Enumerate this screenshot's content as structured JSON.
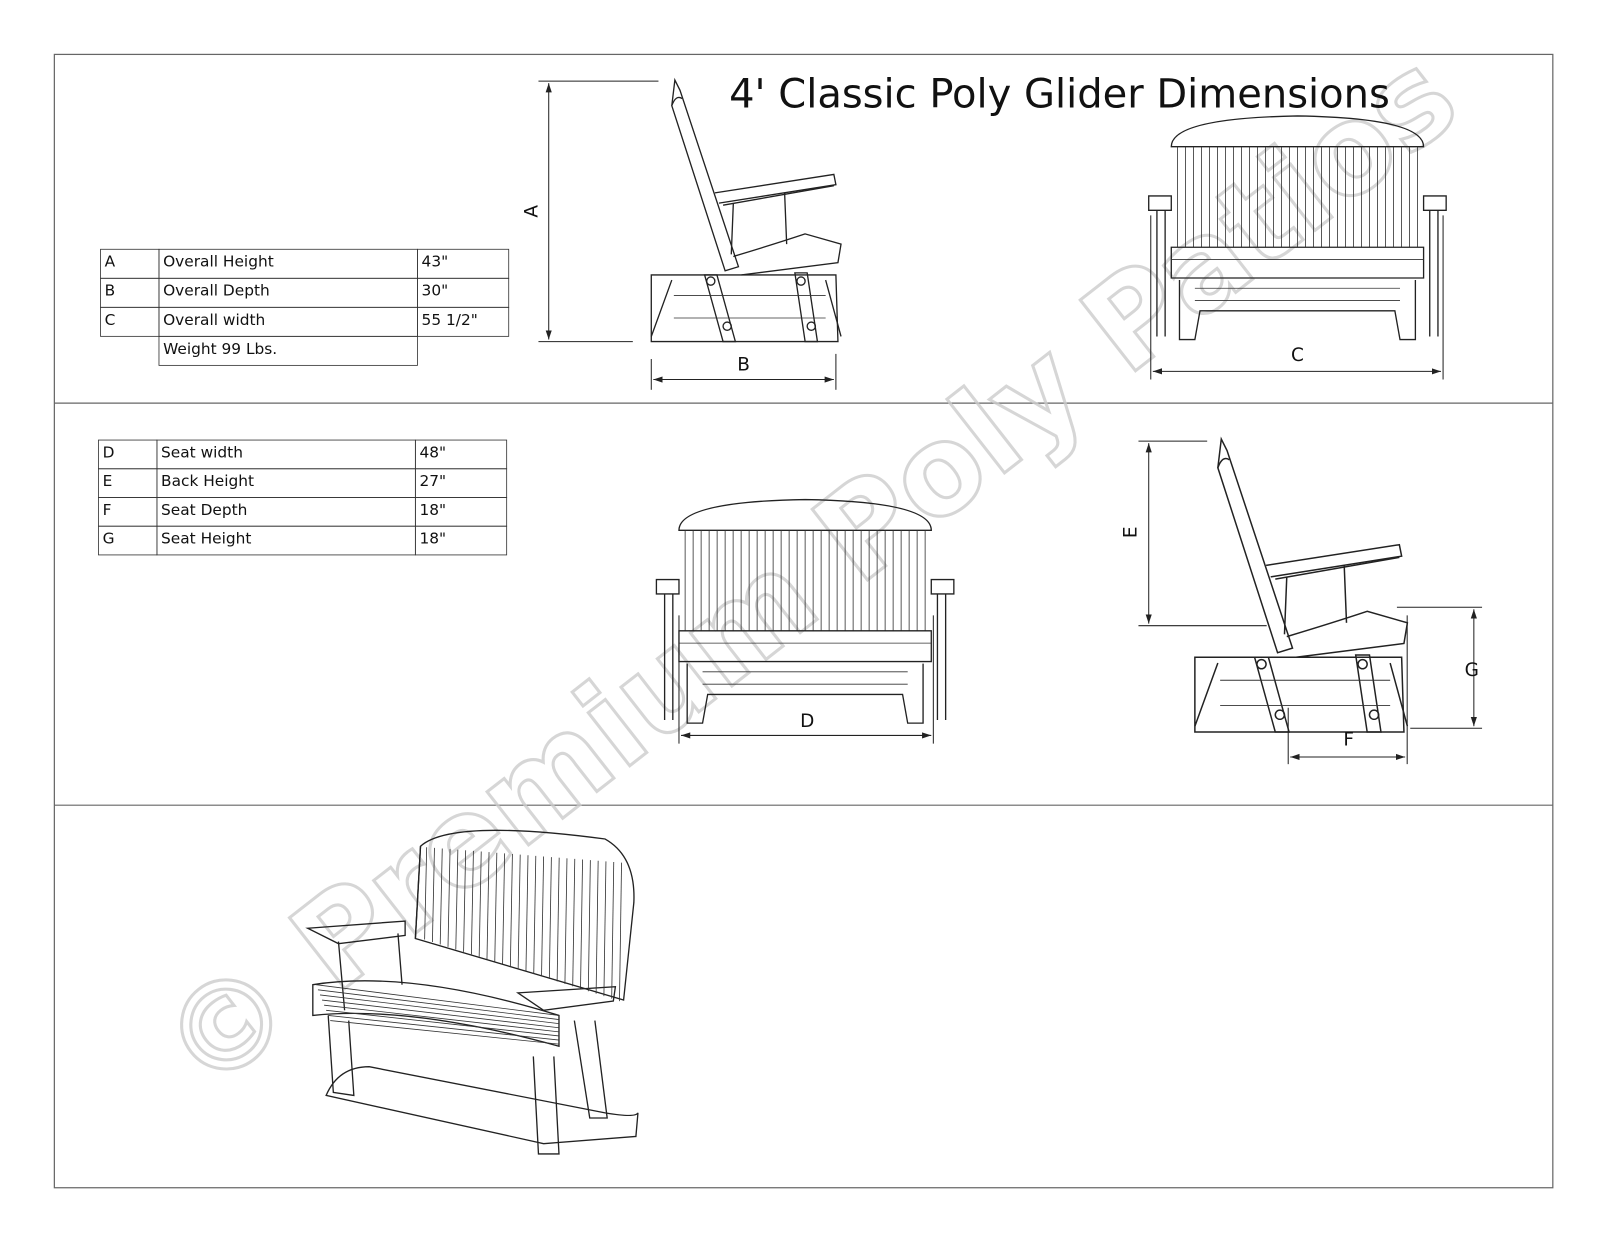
{
  "title": "4' Classic Poly Glider Dimensions",
  "table_overall": [
    {
      "key": "A",
      "label": "Overall Height",
      "value": "43\""
    },
    {
      "key": "B",
      "label": "Overall Depth",
      "value": "30\""
    },
    {
      "key": "C",
      "label": "Overall width",
      "value": "55 1/2\""
    },
    {
      "key": "",
      "label": "Weight 99 Lbs.",
      "value": ""
    }
  ],
  "table_seat": [
    {
      "key": "D",
      "label": "Seat width",
      "value": "48\""
    },
    {
      "key": "E",
      "label": "Back Height",
      "value": "27\""
    },
    {
      "key": "F",
      "label": "Seat Depth",
      "value": "18\""
    },
    {
      "key": "G",
      "label": "Seat Height",
      "value": "18\""
    }
  ],
  "dimension_labels": {
    "a": "A",
    "b": "B",
    "c": "C",
    "d": "D",
    "e": "E",
    "f": "F",
    "g": "G"
  },
  "watermark": "© Premium Poly Patios"
}
